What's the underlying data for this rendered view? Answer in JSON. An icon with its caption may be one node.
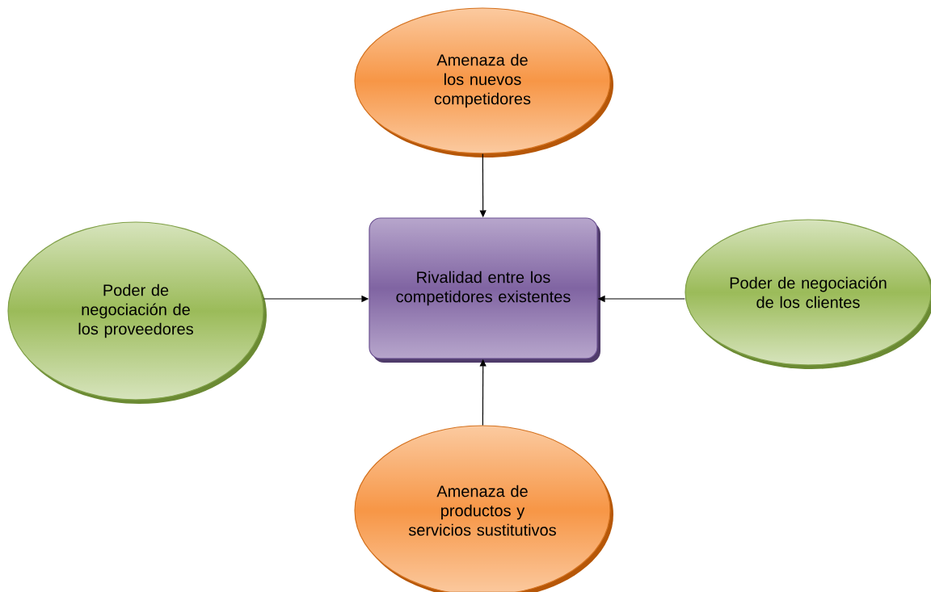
{
  "diagram": {
    "nodes": [
      {
        "text": [
          "Amenaza de los nuevos competidores"
        ]
      },
      {
        "text": [
          "Poder de negociación de los proveedores"
        ]
      },
      {
        "text": [
          "Rivalidad entre los competidores existentes"
        ]
      },
      {
        "text": [
          "Poder de negociación de los clientes"
        ]
      },
      {
        "text": [
          "Amenaza de productos y servicios sustitutivos"
        ]
      }
    ],
    "edges": [
      {
        "from": 0,
        "to": 2,
        "arrow": "to"
      },
      {
        "from": 1,
        "to": 2,
        "arrow": "to"
      },
      {
        "from": 3,
        "to": 2,
        "arrow": "to"
      },
      {
        "from": 4,
        "to": 2,
        "arrow": "to"
      }
    ]
  }
}
